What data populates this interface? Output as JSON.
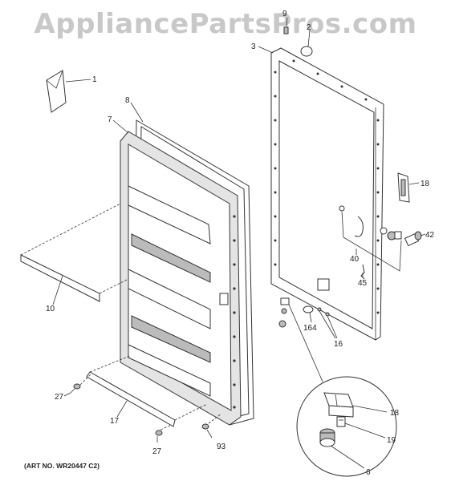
{
  "watermark": "AppliancePartsPros.com",
  "art_number": "(ART NO. WR20447 C2)",
  "callouts": {
    "c1": "1",
    "c2": "2",
    "c3": "3",
    "c6": "6",
    "c7": "7",
    "c8": "8",
    "c9": "9",
    "c10": "10",
    "c16": "16",
    "c17": "17",
    "c18a": "18",
    "c18b": "18",
    "c19": "19",
    "c27a": "27",
    "c27b": "27",
    "c40": "40",
    "c42": "42",
    "c45": "45",
    "c93": "93",
    "c164": "164"
  }
}
